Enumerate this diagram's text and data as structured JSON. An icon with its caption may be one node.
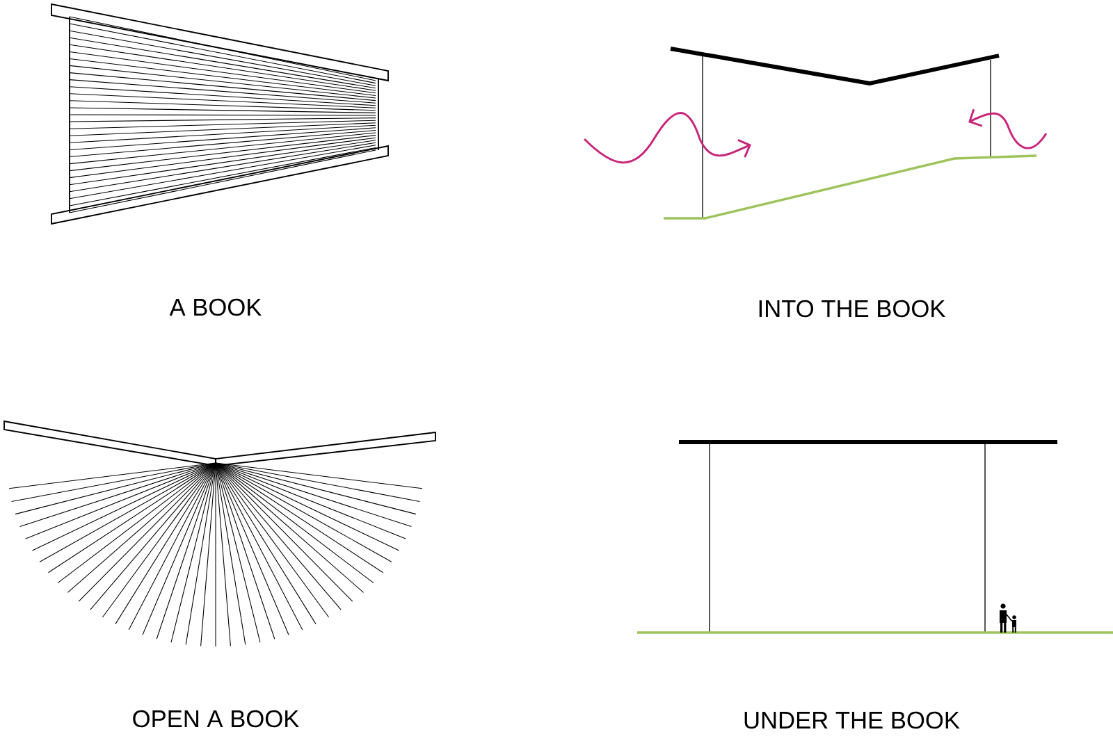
{
  "diagram": {
    "labels": [
      "A BOOK",
      "INTO THE BOOK",
      "OPEN A BOOK",
      "UNDER THE BOOK"
    ]
  }
}
